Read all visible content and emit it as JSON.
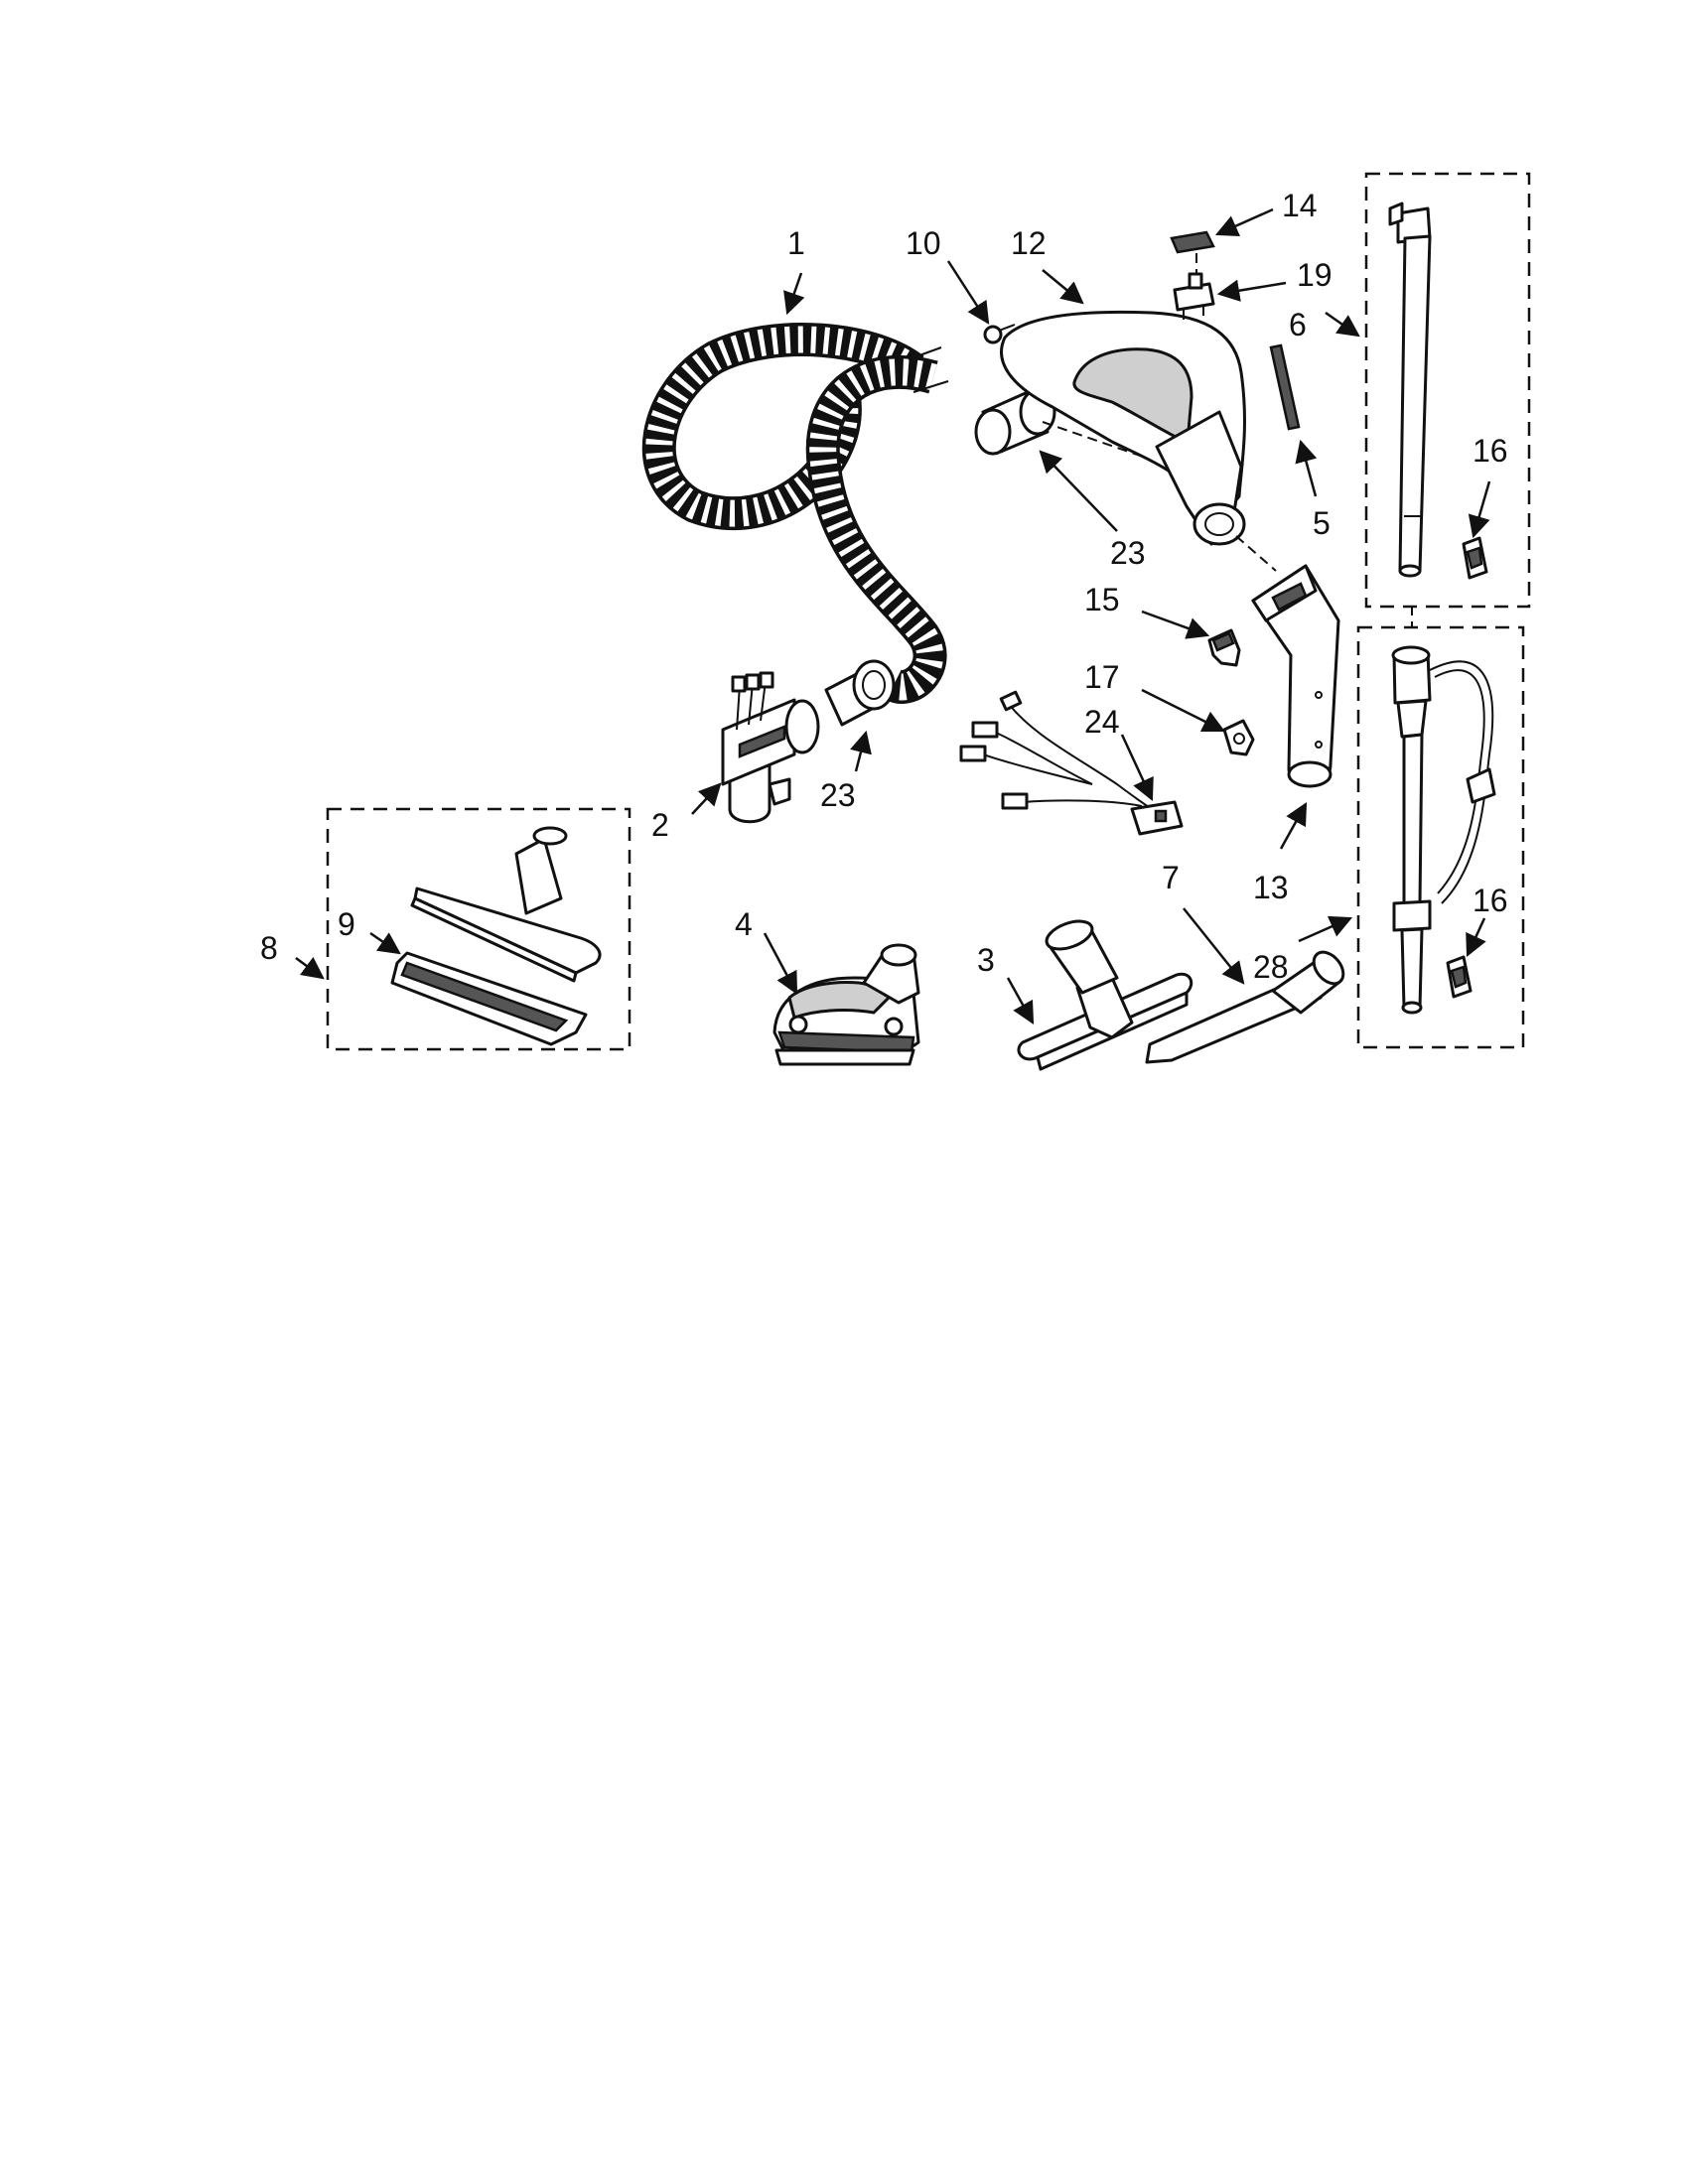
{
  "diagram": {
    "callouts": {
      "c1": "1",
      "c2": "2",
      "c3": "3",
      "c4": "4",
      "c5": "5",
      "c6": "6",
      "c7": "7",
      "c8": "8",
      "c9": "9",
      "c10": "10",
      "c12": "12",
      "c13": "13",
      "c14": "14",
      "c15": "15",
      "c16a": "16",
      "c16b": "16",
      "c17": "17",
      "c19": "19",
      "c23a": "23",
      "c23b": "23",
      "c24": "24",
      "c28": "28"
    },
    "colors": {
      "line": "#111111",
      "fill_gray": "#cfcfcf",
      "background": "#ffffff"
    }
  }
}
